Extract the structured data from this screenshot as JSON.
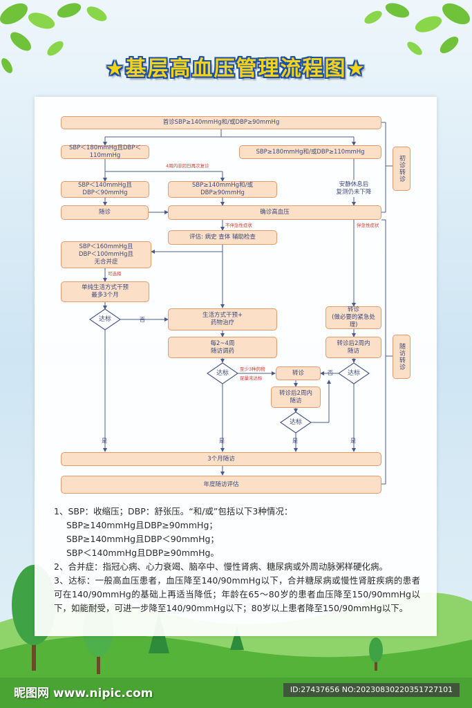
{
  "title": "★基层高血压管理流程图★",
  "flow": {
    "first_visit": "首诊SBP≥140mmHg和/或DBP≥90mmHg",
    "left_branch": "SBP＜180mmHg且DBP＜110mmHg",
    "right_branch": "SBP≥180mmHg和/或DBP≥110mmHg",
    "recheck_note": "4周内非同日再次复诊",
    "normal_bp": "SBP＜140mmHg且\nDBP＜90mmHg",
    "high_bp": "SBP≥140mmHg和/或\nDBP≥90mmHg",
    "rest_recheck": "安静休息后\n复测仍未下降",
    "follow_up": "随诊",
    "confirm": "确诊高血压",
    "no_emergency": "不伴急性症状",
    "with_emergency": "伴急性症状",
    "evaluate": "评估: 病史  查体  辅助检查",
    "mild_bp": "SBP＜160mmHg且\nDBP＜100mmHg且\n无合并症",
    "optional": "可选择",
    "lifestyle_only": "单纯生活方式干预\n最多3个月",
    "target": "达标",
    "no": "否",
    "yes": "是",
    "lifestyle_drug": "生活方式干预+\n药物治疗",
    "refer_emergency": "转诊\n(做必要的紧急处理)",
    "adjust": "每2~4周\n随访调药",
    "refer_2w": "转诊后2周内\n随访",
    "three_drugs": "至少3种药物",
    "still_not": "足量未达标",
    "refer": "转诊",
    "refer_2w_b": "转诊后2周内\n随访",
    "three_month": "3个月随访",
    "annual": "年度随访评估",
    "first_referral": "初诊转诊",
    "followup_referral": "随访转诊"
  },
  "notes": {
    "n1_head": "1、SBP：收缩压；DBP：舒张压。“和/或”包括以下3种情况：",
    "n1_a": "SBP≥140mmHg且DBP≥90mmHg；",
    "n1_b": "SBP≥140mmHg且DBP＜90mmHg；",
    "n1_c": "SBP＜140mmHg且DBP≥90mmHg。",
    "n2": "2、合并症：指冠心病、心力衰竭、脑卒中、慢性肾病、糖尿病或外周动脉粥样硬化病。",
    "n3": "3、达标：一般高血压患者，血压降至140/90mmHg以下，合并糖尿病或慢性肾脏疾病的患者可在140/90mmHg的基础上再适当降低；年龄在65～80岁的患者血压降至150/90mmHg以下，如能耐受，可进一步降至140/90mmHg以下；80岁以上患者降至150/90mmHg以下。"
  },
  "footer": {
    "left": "昵图网 www.nipic.com",
    "right": "ID:27437656 NO:20230830220351727101"
  },
  "colors": {
    "box_fill": "#fbdfc6",
    "box_border": "#e49a6a",
    "line": "#4a5a8c",
    "text": "#3c4a80",
    "red_label": "#d63a2a",
    "title_yellow": "#f4d31a",
    "title_outline": "#1c4fa8"
  }
}
